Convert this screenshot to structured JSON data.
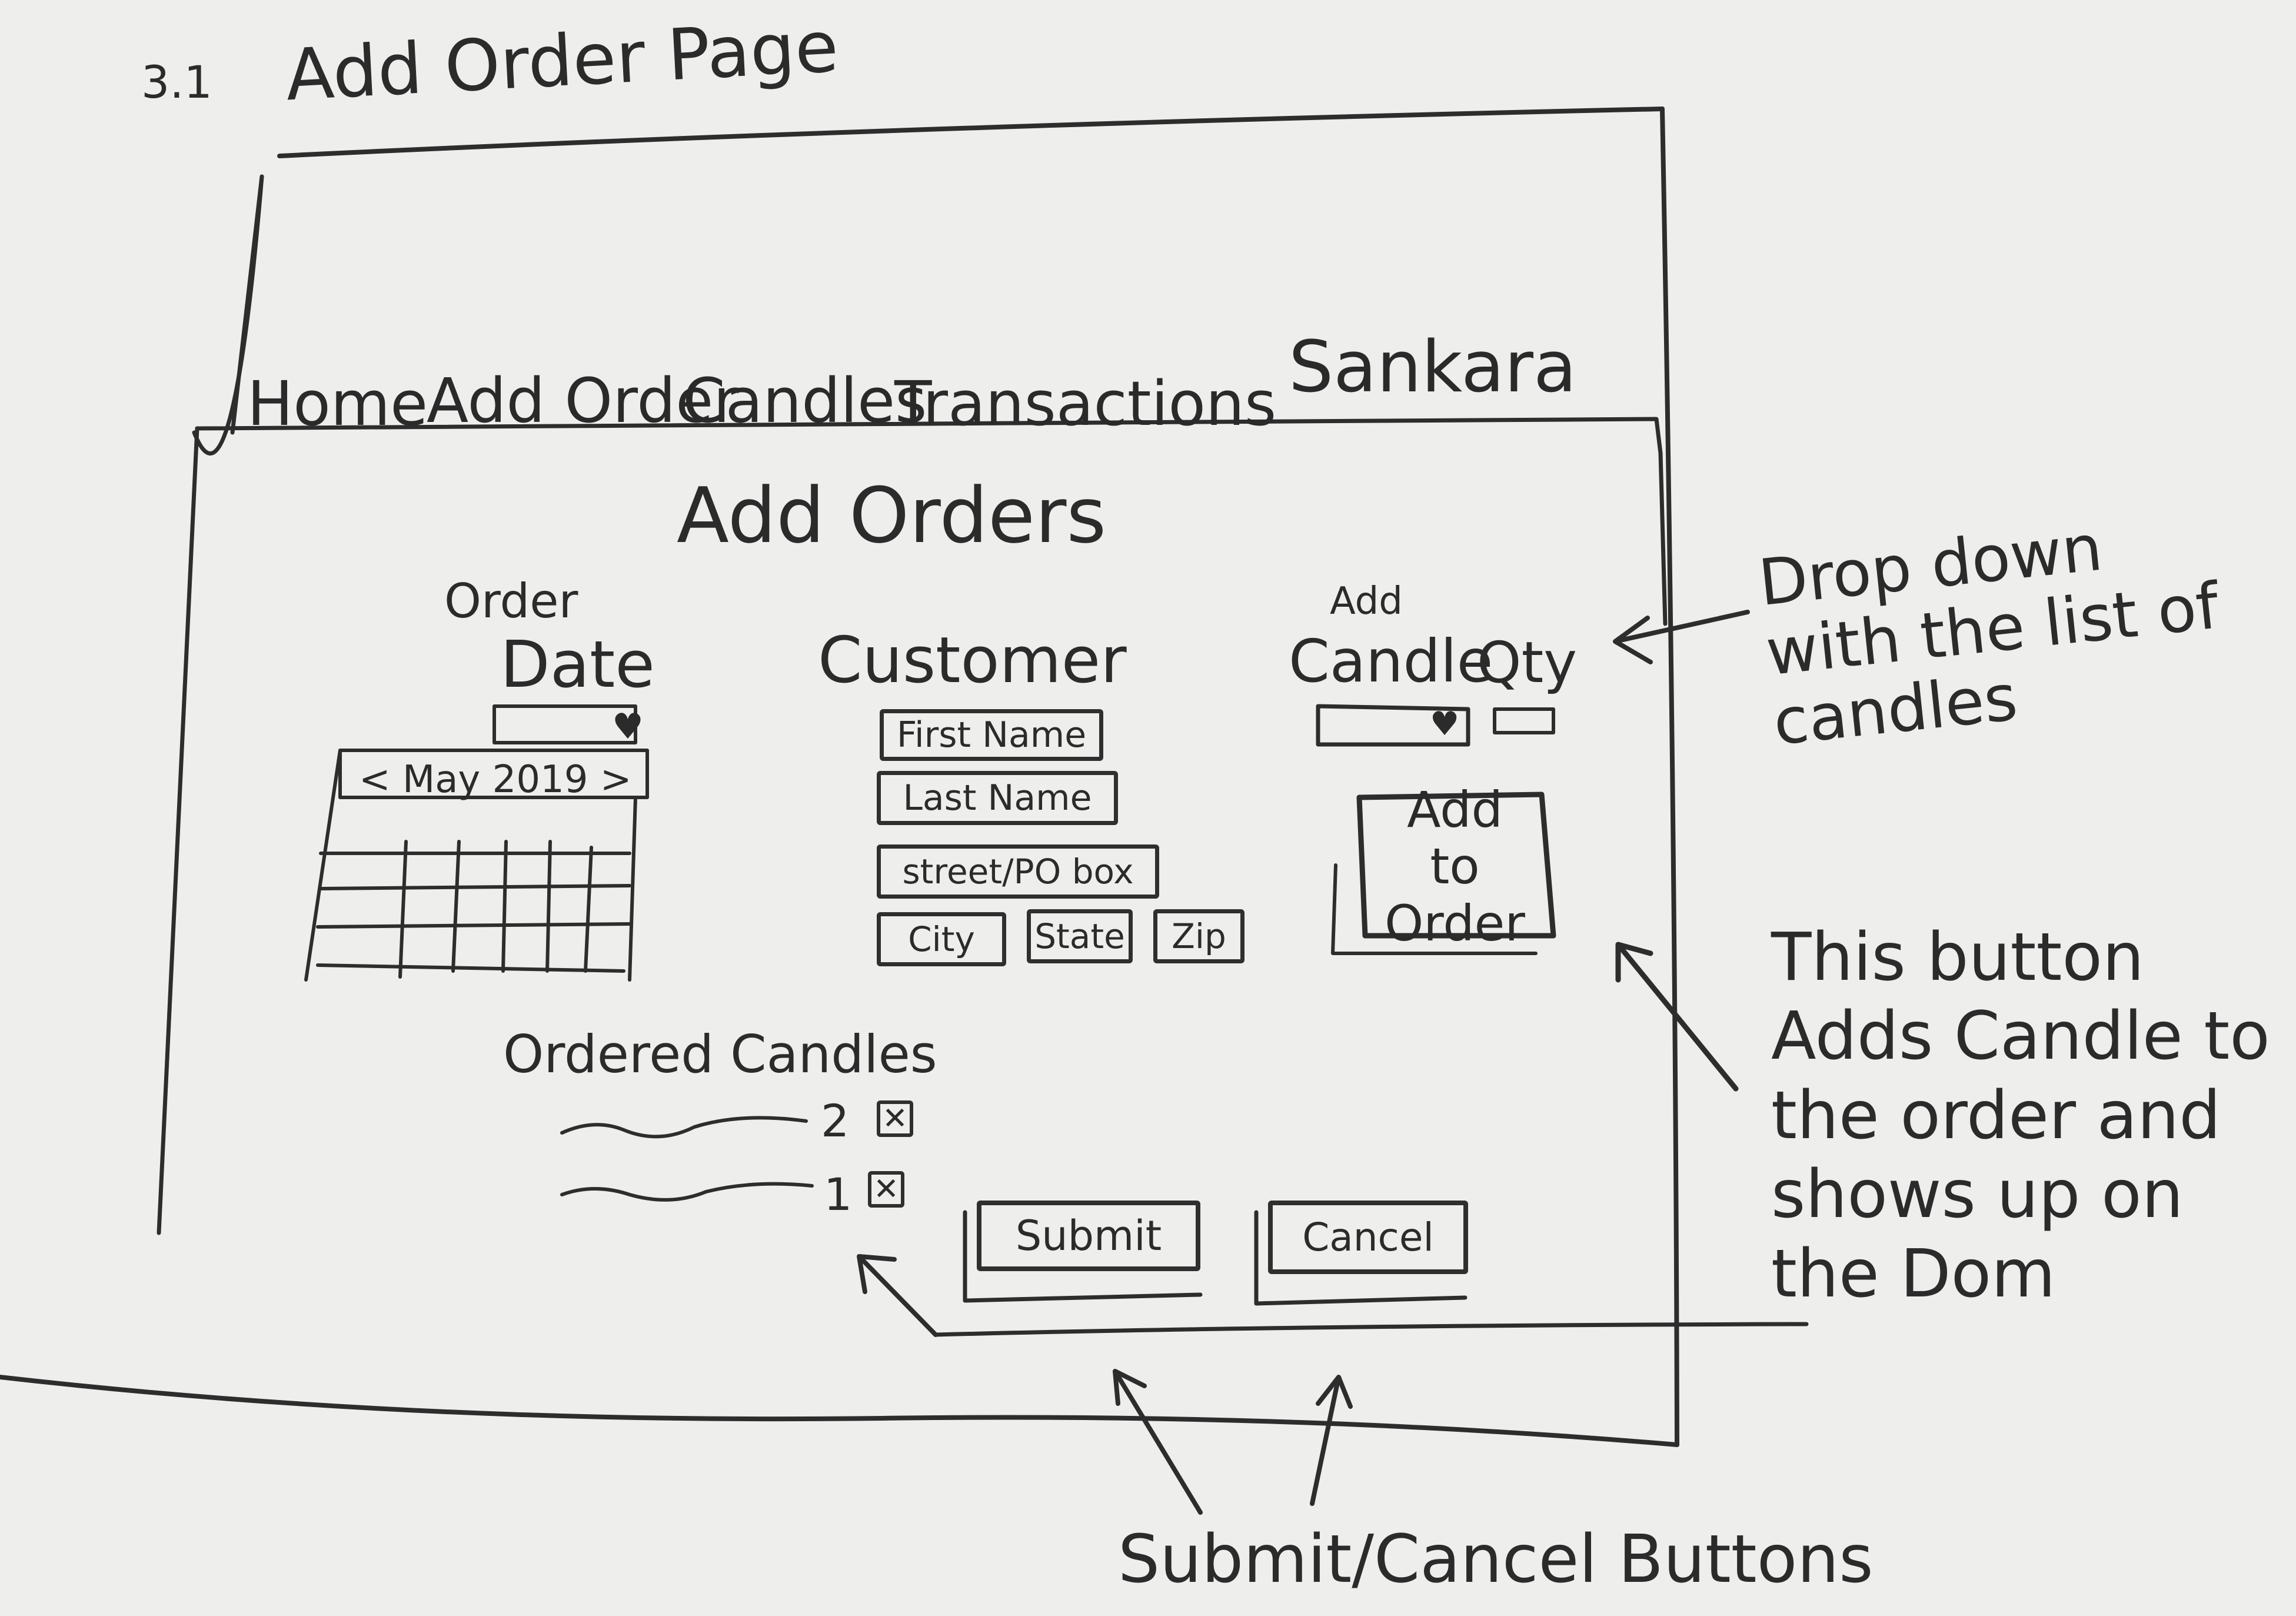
{
  "sketch": {
    "page_number": "3.1",
    "page_title": "Add Order Page"
  },
  "nav": {
    "items": [
      {
        "label": "Home"
      },
      {
        "label": "Add Order"
      },
      {
        "label": "Candles"
      },
      {
        "label": "Transactions"
      }
    ],
    "brand": "Sankara"
  },
  "main": {
    "heading": "Add Orders",
    "order_date": {
      "label_small": "Order",
      "label": "Date",
      "calendar_header": "< May 2019 >"
    },
    "customer": {
      "label": "Customer",
      "first_name": "First Name",
      "last_name": "Last Name",
      "street": "street/PO box",
      "city": "City",
      "state": "State",
      "zip": "Zip"
    },
    "candle": {
      "label_small": "Add",
      "label": "Candle",
      "qty_label": "Qty",
      "add_button": "Add to Order"
    },
    "ordered": {
      "label": "Ordered Candles",
      "items": [
        {
          "qty": "2"
        },
        {
          "qty": "1"
        }
      ]
    },
    "submit_label": "Submit",
    "cancel_label": "Cancel"
  },
  "annotations": {
    "dropdown_note": "Drop down with the list of candles",
    "button_note": "This button Adds Candle to the order and shows up on the Dom",
    "buttons_note": "Submit/Cancel Buttons"
  }
}
